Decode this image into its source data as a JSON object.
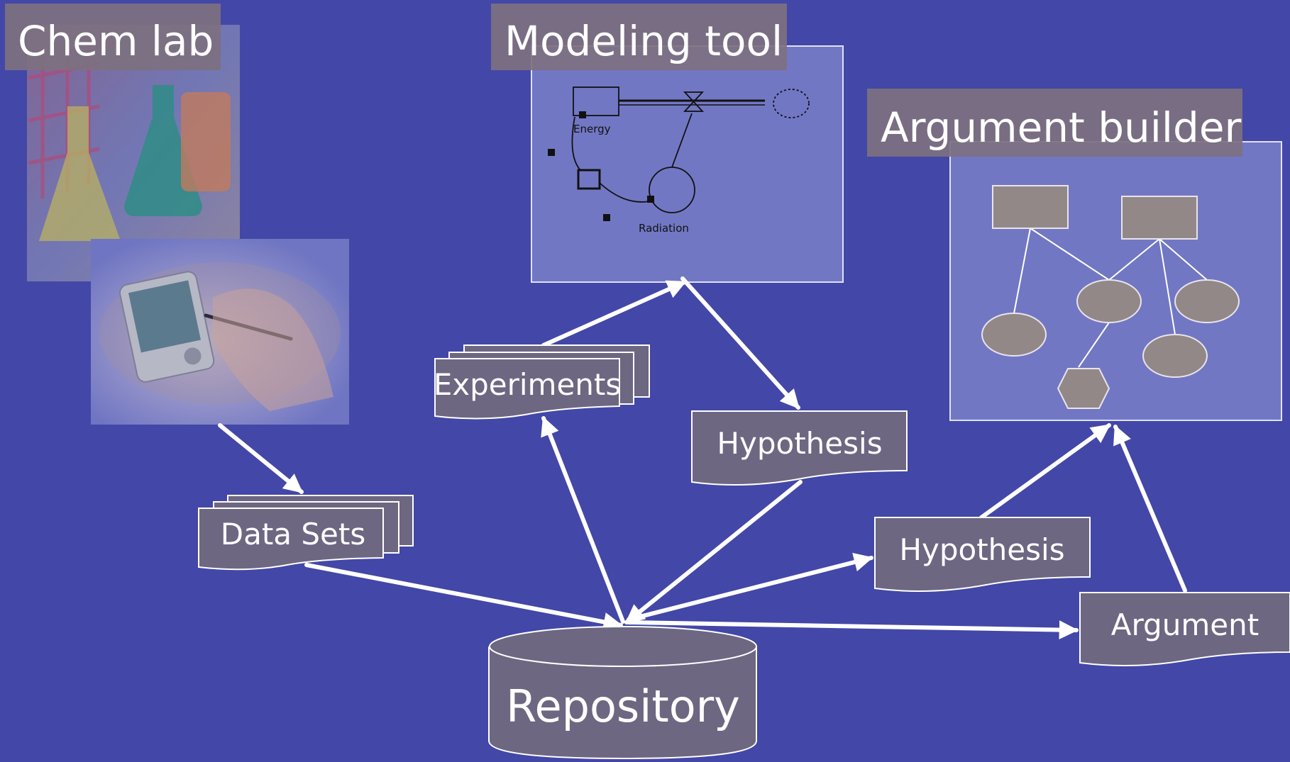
{
  "slide": {
    "background": "#4347a7",
    "doc_fill": "#6d6782",
    "title_box_fill": "#7d7180",
    "panel_fill": "#7277c4",
    "shape_fill": "#938888",
    "arrow_color": "#ffffff"
  },
  "titles": {
    "chem_lab": "Chem lab",
    "modeling_tool": "Modeling tool",
    "argument_builder": "Argument builder"
  },
  "model_diagram": {
    "energy": "Energy",
    "radiation": "Radiation"
  },
  "nodes": {
    "experiments": "Experiments",
    "data_sets": "Data Sets",
    "hypothesis_model": "Hypothesis",
    "hypothesis_argument": "Hypothesis",
    "argument": "Argument",
    "repository": "Repository"
  }
}
